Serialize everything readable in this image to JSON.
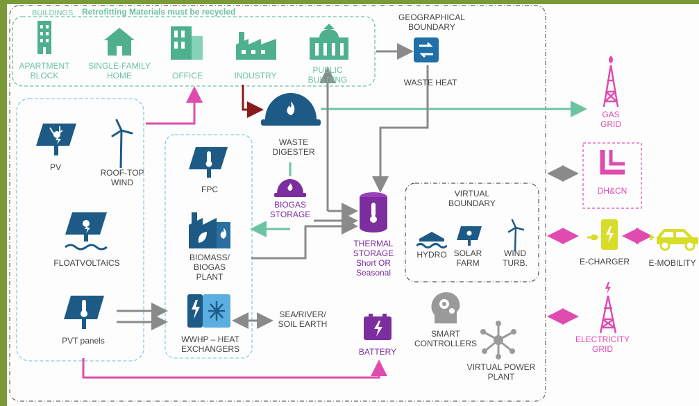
{
  "header": {
    "buildings": "BUILDINGS",
    "retrofit_note": "Retrofitting Materials must be recycled"
  },
  "buildings": {
    "apartment": "APARTMENT\nBLOCK",
    "single_family": "SINGLE-FAMILY\nHOME",
    "office": "OFFICE",
    "industry": "INDUSTRY",
    "public": "PUBLIC\nBUILDING"
  },
  "geo_boundary": "GEOGRAPHICAL\nBOUNDARY",
  "waste_heat": "WASTE HEAT",
  "waste_digester": "WASTE\nDIGESTER",
  "biogas_storage": "BIOGAS\nSTORAGE",
  "gas_grid": "GAS\nGRID",
  "dhcn": "DH&CN",
  "echarger": "E-CHARGER",
  "emobility": "E-MOBILITY",
  "electricity_grid": "ELECTRICITY\nGRID",
  "left_group": {
    "pv": "PV",
    "rooftop_wind": "ROOF-TOP\nWIND",
    "floatvoltaics": "FLOATVOLTAICS",
    "pvt": "PVT panels"
  },
  "mid_group": {
    "fpc": "FPC",
    "biomass": "BIOMASS/\nBIOGAS\nPLANT",
    "wwhp": "WWHP – HEAT\nEXCHANGERS"
  },
  "sea_river": "SEA/RIVER/\nSOIL EARTH",
  "thermal_storage": "THERMAL\nSTORAGE\nShort OR\nSeasonal",
  "virtual_boundary": {
    "title": "VIRTUAL\nBOUNDARY",
    "hydro": "HYDRO",
    "solar_farm": "SOLAR\nFARM",
    "wind_turb": "WIND\nTURB."
  },
  "battery": "BATTERY",
  "smart_controllers": "SMART\nCONTROLLERS",
  "virtual_power_plant": "VIRTUAL POWER\nPLANT",
  "colors": {
    "teal": "#6cc3a2",
    "pink": "#e04bb0",
    "navy": "#1d5a86",
    "purple": "#7d2e9e",
    "gray": "#8a8a8a",
    "darkred": "#8b1a1a",
    "yellow": "#d8dc2a"
  }
}
